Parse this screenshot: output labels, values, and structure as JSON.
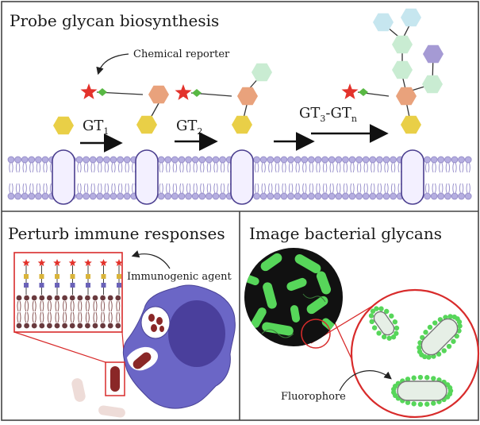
{
  "panels": {
    "top": {
      "title": "Probe glycan biosynthesis",
      "reporter_label": "Chemical reporter",
      "steps": {
        "step1": {
          "main": "GT",
          "sub": "1"
        },
        "step2": {
          "main": "GT",
          "sub": "2"
        },
        "step3": {
          "main_a": "GT",
          "sub_a": "3",
          "dash": "-GT",
          "sub_b": "n"
        }
      }
    },
    "bottom_left": {
      "title": "Perturb immune responses",
      "agent_label": "Immunogenic agent"
    },
    "bottom_right": {
      "title": "Image bacterial glycans",
      "fluorophore_label": "Fluorophore"
    }
  },
  "colors": {
    "frame": "#444444",
    "membrane": "#9a92cc",
    "membrane_head": "#b5aee0",
    "protein_fill": "#f3f0ff",
    "protein_stroke": "#4b3f8f",
    "glucose_yellow": "#e9cf47",
    "sugar_orange": "#e9a27c",
    "sugar_mint": "#c9ecd2",
    "sugar_lightblue": "#c6e6ef",
    "sugar_purple": "#a59ad4",
    "reporter_red": "#e3322b",
    "reporter_green": "#58b843",
    "macrophage": "#6b66c6",
    "nucleus": "#4a3f9c",
    "zoom_red": "#d82b2b",
    "bacteria_green": "#57d65a",
    "lipid_brown": "#6a3a3e"
  }
}
